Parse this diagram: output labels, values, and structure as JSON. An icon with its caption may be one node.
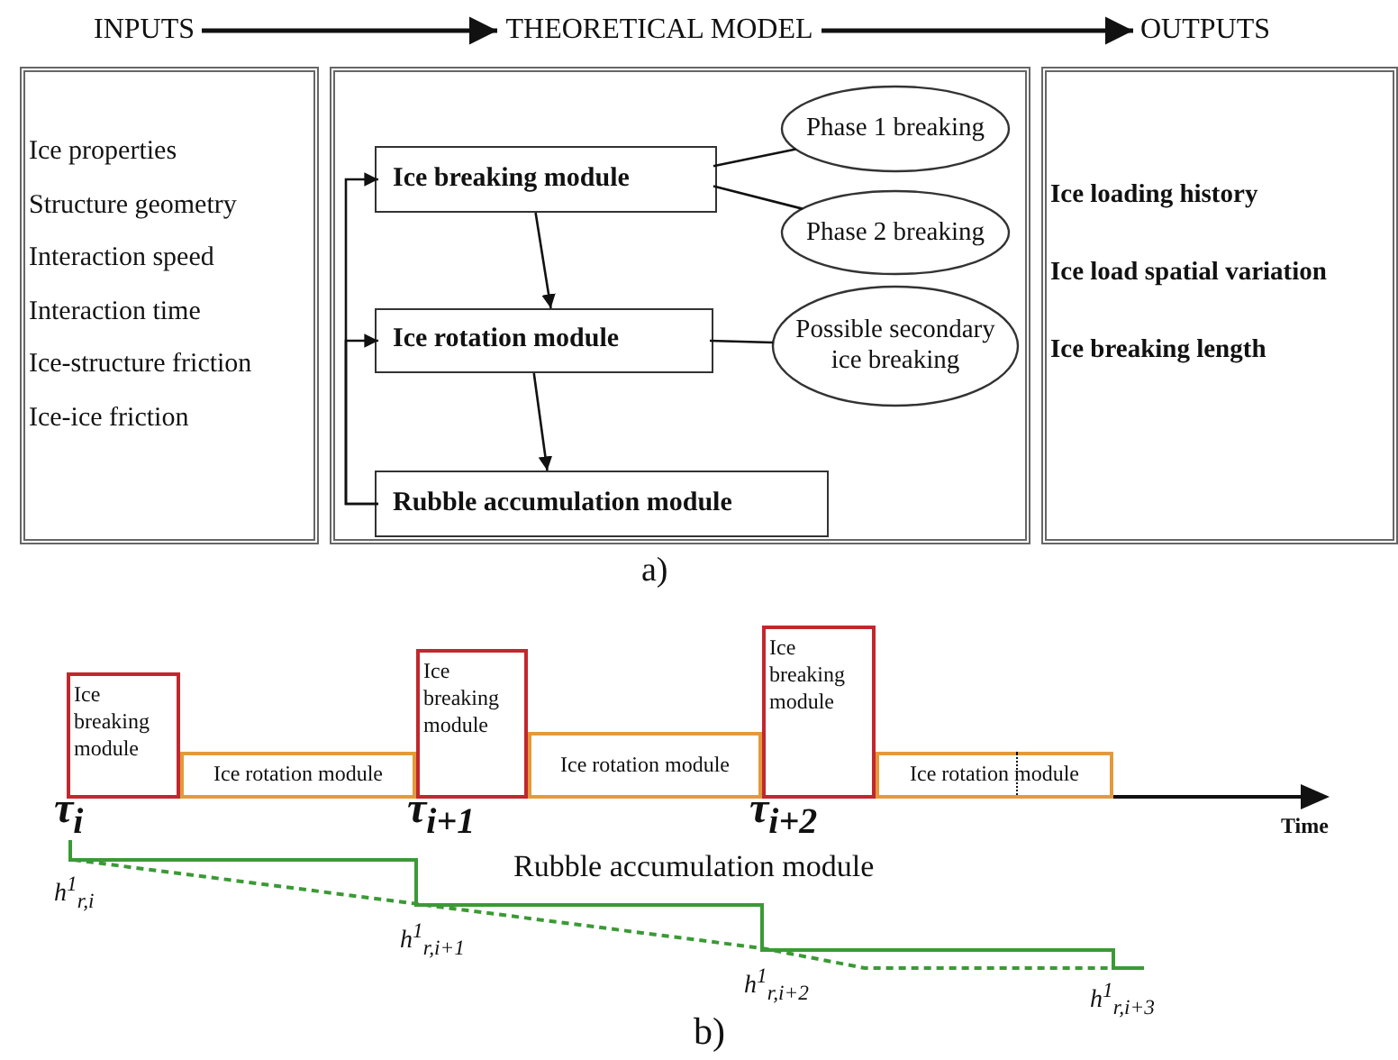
{
  "diagram": {
    "nodes": [
      {
        "text": [
          "INPUTS"
        ]
      },
      {
        "text": [
          "THEORETICAL MODEL"
        ]
      },
      {
        "text": [
          "OUTPUTS"
        ]
      },
      {
        "text": [
          "Ice properties",
          "Structure geometry",
          "Interaction speed",
          "Interaction time",
          "Ice-structure friction",
          "Ice-ice friction"
        ]
      },
      {
        "text": [],
        "shape": "box"
      },
      {
        "text": [
          "Ice breaking module"
        ],
        "in": 4
      },
      {
        "text": [
          "Phase 1 breaking"
        ],
        "in": 4
      },
      {
        "text": [
          "Phase 2 breaking"
        ],
        "in": 4
      },
      {
        "text": [
          "Ice rotation module"
        ],
        "in": 4
      },
      {
        "text": [
          "Possible secondary ice breaking"
        ],
        "in": 4
      },
      {
        "text": [
          "Rubble accumulation module"
        ],
        "in": 4
      },
      {
        "text": [
          "Ice loading history",
          "Ice load spatial variation",
          "Ice breaking length"
        ]
      },
      {
        "text": [
          "Ice breaking module"
        ]
      },
      {
        "text": [
          "Ice rotation module"
        ]
      },
      {
        "text": [
          "Ice breaking module"
        ]
      },
      {
        "text": [
          "Ice rotation module"
        ]
      },
      {
        "text": [
          "Ice breaking module"
        ]
      },
      {
        "text": [
          "Ice rotation module"
        ]
      }
    ],
    "edges": [
      {
        "from": 0,
        "to": 1,
        "arrow": "to"
      },
      {
        "from": 1,
        "to": 2,
        "arrow": "to"
      },
      {
        "from": 5,
        "to": 6,
        "arrow": "none"
      },
      {
        "from": 5,
        "to": 7,
        "arrow": "none"
      },
      {
        "from": 5,
        "to": 8,
        "arrow": "to"
      },
      {
        "from": 8,
        "to": 9,
        "arrow": "none"
      },
      {
        "from": 8,
        "to": 10,
        "arrow": "to"
      },
      {
        "from": 10,
        "to": 8,
        "arrow": "to"
      },
      {
        "from": 10,
        "to": 5,
        "arrow": "to"
      }
    ],
    "labels": [
      "a)",
      "τ$_{i}$",
      "τ$_{i+1}$",
      "τ$_{i+2}$",
      "Time",
      "Rubble accumulation module",
      "h$^{1}$$_{r,i}$",
      "h$^{1}$$_{r,i+1}$",
      "h$^{1}$$_{r,i+2}$",
      "h$^{1}$$_{r,i+3}$",
      "b)"
    ]
  }
}
